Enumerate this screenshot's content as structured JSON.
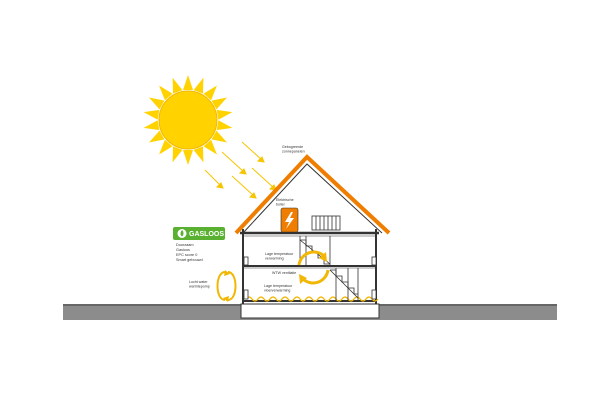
{
  "colors": {
    "sun": "#ffd200",
    "arrow": "#f7c400",
    "roof": "#ee7d00",
    "wall": "#333333",
    "ground": "#8c8c8c",
    "badge": "#5ab031",
    "warm": "#f2b705"
  },
  "icons": {
    "sun": "sun-icon",
    "bolt": "lightning-icon",
    "flame": "flame-icon",
    "ventilation": "ventilation-loop-icon",
    "heatpump": "heat-pump-loop-icon"
  },
  "labels": {
    "solar_panels": [
      "Gebogreerde",
      "zonnepanelen"
    ],
    "boiler": [
      "Elektrische",
      "boiler"
    ],
    "low_temp_heating_top": [
      "Lage temperatuur",
      "verwarming"
    ],
    "ventilation": "WTW ventilatie",
    "low_temp_floor": [
      "Lage temperatuur",
      "vloerverwarming"
    ],
    "heat_pump": [
      "Lucht water",
      "warmtepomp"
    ]
  },
  "badge": {
    "text": "GASLOOS",
    "items": [
      "Duurzaam",
      "Gasloos",
      "EPC score 0",
      "Smart gebouwd"
    ]
  }
}
